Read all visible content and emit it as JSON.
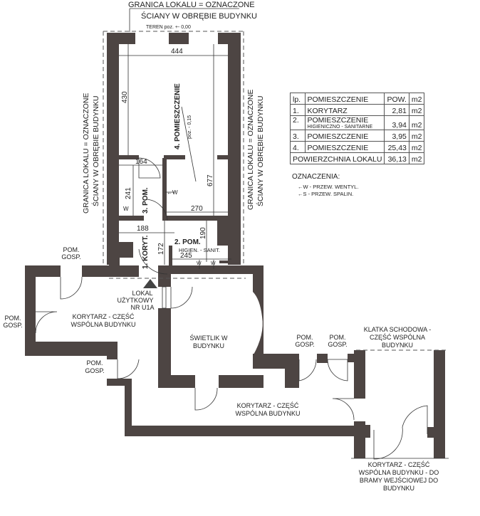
{
  "top_labels": {
    "line1": "GRANICA LOKALU = OZNACZONE",
    "line2": "ŚCIANY W OBRĘBIE BUDYNKU",
    "terrain": "TEREN poz. +- 0,00"
  },
  "side_label": {
    "line1": "GRANICA LOKALU = OZNACZONE",
    "line2": "ŚCIANY W OBRĘBIE BUDYNKU"
  },
  "dimensions": {
    "d444": "444",
    "d430": "430",
    "d164": "164",
    "d677": "677",
    "d241": "241",
    "d270": "270",
    "d188": "188",
    "d190": "190",
    "d172": "172",
    "d245": "245"
  },
  "rooms": {
    "room4": "4. POMIESZCZENIE",
    "room4_level": "poz. - 0,15",
    "room3": "3. POM.",
    "room2": "2. POM.",
    "room2_sub": "HIGIEN. - SANIT.",
    "room1": "1. KORYT.",
    "w": "W",
    "w_arrow": "←W"
  },
  "unit": {
    "line1": "LOKAL",
    "line2": "UŻYTKOWY",
    "line3": "NR U1A"
  },
  "common": {
    "pom_gosp_1": "POM.|GOSP.",
    "pom": "POM.",
    "gosp": "GOSP.",
    "corridor1_l1": "KORYTARZ - CZĘŚĆ",
    "corridor1_l2": "WSPÓLNA BUDYNKU",
    "skylight_l1": "ŚWIETLIK W",
    "skylight_l2": "BUDYNKU",
    "corridor2_l1": "KORYTARZ - CZĘŚĆ",
    "corridor2_l2": "WSPÓLNA BUDYNKU",
    "stairs_l1": "KLATKA SCHODOWA -",
    "stairs_l2": "CZĘŚĆ WSPÓLNA",
    "stairs_l3": "BUDYNKU",
    "corridor3_l1": "KORYTARZ - CZĘŚĆ",
    "corridor3_l2": "WSPÓLNA BUDYNKU - DO",
    "corridor3_l3": "BRAMY WEJŚCIOWEJ DO",
    "corridor3_l4": "BUDYNKU"
  },
  "table": {
    "headers": [
      "lp.",
      "POMIESZCZENIE",
      "POW.",
      "m2"
    ],
    "rows": [
      {
        "lp": "1.",
        "name": "KORYTARZ",
        "sub": "",
        "area": "2,81",
        "unit": "m2"
      },
      {
        "lp": "2.",
        "name": "POMIESZCZENIE",
        "sub": "HIGIENICZNO - SANITARNE",
        "area": "3,94",
        "unit": "m2"
      },
      {
        "lp": "3.",
        "name": "POMIESZCZENIE",
        "sub": "",
        "area": "3,95",
        "unit": "m2"
      },
      {
        "lp": "4.",
        "name": "POMIESZCZENIE",
        "sub": "",
        "area": "25,43",
        "unit": "m2"
      }
    ],
    "total_label": "POWIERZCHNIA LOKALU",
    "total_area": "36,13",
    "total_unit": "m2"
  },
  "legend": {
    "title": "OZNACZENIA:",
    "w": "←W - PRZEW. WENTYL.",
    "s": "←S - PRZEW. SPALIN."
  }
}
